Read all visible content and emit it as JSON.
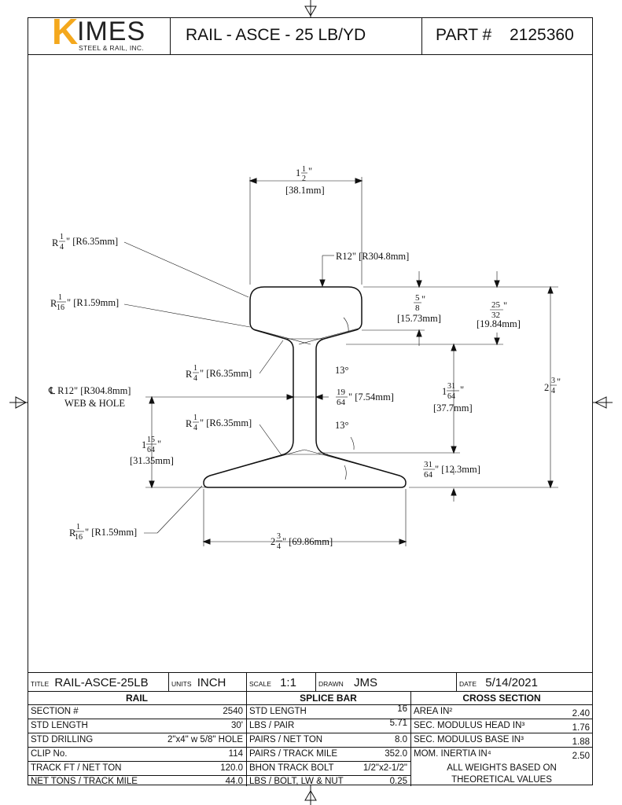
{
  "header": {
    "logo_k": "K",
    "logo_imes": "IMES",
    "logo_sub": "STEEL & RAIL, INC.",
    "title": "RAIL - ASCE - 25 LB/YD",
    "part_label": "PART #",
    "part_number": "2125360"
  },
  "dims": {
    "head_width": "1",
    "head_width_frac_n": "1",
    "head_width_frac_d": "2",
    "head_width_unit": "\"",
    "head_width_mm": "[38.1mm]",
    "r_quarter_top_n": "1",
    "r_quarter_top_d": "4",
    "r_quarter_top_mm": "\" [R6.35mm]",
    "r12_top": "R12\" [R304.8mm]",
    "r_sixteenth_n": "1",
    "r_sixteenth_d": "16",
    "r_sixteenth_mm": "\" [R1.59mm]",
    "five_eighths_n": "5",
    "five_eighths_d": "8",
    "five_eighths_mm": "[15.73mm]",
    "twentyfive_n": "25",
    "twentyfive_d": "32",
    "twentyfive_mm": "[19.84mm]",
    "height_whole": "2",
    "height_n": "3",
    "height_d": "4",
    "r_quarter_mid_mm": "\" [R6.35mm]",
    "deg_top": "13°",
    "deg_bot": "13°",
    "cl_r12": "℄ R12\" [R304.8mm]",
    "web_hole": "WEB & HOLE",
    "web_n": "19",
    "web_d": "64",
    "web_mm": "\" [7.54mm]",
    "web_height_whole": "1",
    "web_height_n": "31",
    "web_height_d": "64",
    "web_height_mm": "[37.7mm]",
    "r_quarter_low_mm": "\" [R6.35mm]",
    "hole_whole": "1",
    "hole_n": "15",
    "hole_d": "64",
    "hole_mm": "[31.35mm]",
    "base_thk_n": "31",
    "base_thk_d": "64",
    "base_thk_mm": "\" [12.3mm]",
    "r_sixteenth_low_mm": "\" [R1.59mm]",
    "base_w_whole": "2",
    "base_w_n": "3",
    "base_w_d": "4",
    "base_w_mm": "\" [69.86mm]",
    "r_letter": "R",
    "inch_mark": "\""
  },
  "titleblock": {
    "title_lbl": "TITLE",
    "title_val": "RAIL-ASCE-25LB",
    "units_lbl": "UNITS",
    "units_val": "INCH",
    "scale_lbl": "SCALE",
    "scale_val": "1:1",
    "drawn_lbl": "DRAWN",
    "drawn_val": "JMS",
    "date_lbl": "DATE",
    "date_val": "5/14/2021"
  },
  "rail": {
    "heading": "RAIL",
    "rows": [
      {
        "label": "SECTION #",
        "value": "2540"
      },
      {
        "label": "STD LENGTH",
        "value": "30'"
      },
      {
        "label": "STD DRILLING",
        "value": "2\"x4\" w 5/8\" HOLE"
      },
      {
        "label": "CLIP No.",
        "value": "114"
      },
      {
        "label": "TRACK FT / NET TON",
        "value": "120.0"
      },
      {
        "label": "NET TONS / TRACK MILE",
        "value": "44.0"
      }
    ]
  },
  "splice": {
    "heading": "SPLICE BAR",
    "rows": [
      {
        "label": "STD LENGTH",
        "value": "16"
      },
      {
        "label": "LBS / PAIR",
        "value": "5.71"
      },
      {
        "label": "PAIRS / NET TON",
        "value": "8.0"
      },
      {
        "label": "PAIRS / TRACK MILE",
        "value": "352.0"
      },
      {
        "label": "BHON TRACK BOLT",
        "value": "1/2\"x2-1/2\""
      },
      {
        "label": "LBS / BOLT, LW & NUT",
        "value": "0.25"
      }
    ]
  },
  "cross": {
    "heading": "CROSS SECTION",
    "rows": [
      {
        "label": "AREA  IN²",
        "value": "2.40"
      },
      {
        "label": "SEC. MODULUS HEAD  IN³",
        "value": "1.76"
      },
      {
        "label": "SEC. MODULUS BASE  IN³",
        "value": "1.88"
      },
      {
        "label": "MOM. INERTIA  IN⁴",
        "value": "2.50"
      }
    ],
    "note1": "ALL WEIGHTS BASED ON",
    "note2": "THEORETICAL VALUES"
  }
}
